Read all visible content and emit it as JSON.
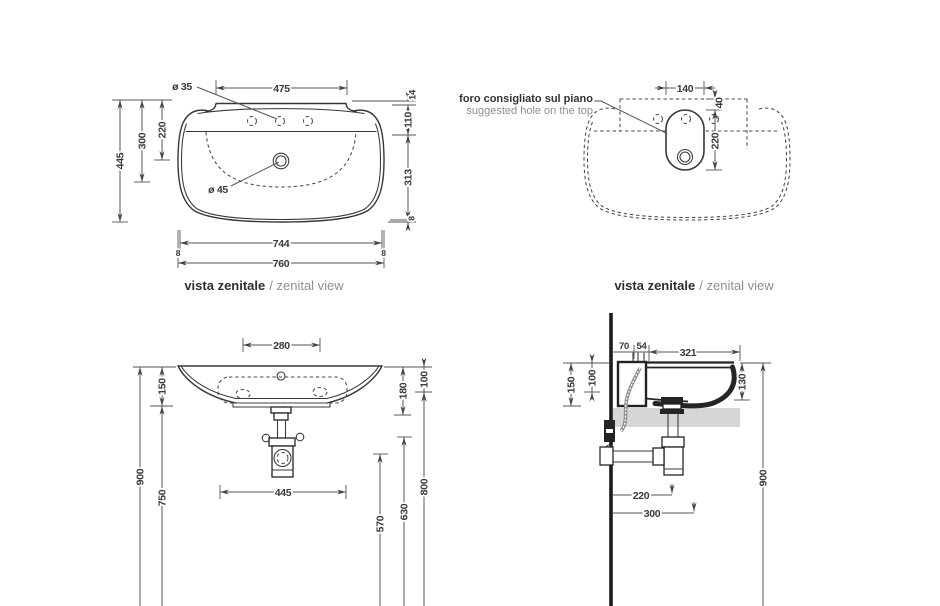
{
  "colors": {
    "line": "#383838",
    "dim_text": "#3a3a3a",
    "muted": "#8f8f8f",
    "counter": "#d6d6d6",
    "black_section": "#242424"
  },
  "views": {
    "zenital_left": {
      "caption_bold": "vista zenitale",
      "caption_light": "/ zenital view",
      "dims": {
        "top_width": "475",
        "tap_hole_dia": "ø 35",
        "drain_dia": "ø 45",
        "overall_depth": "445",
        "depth_300": "300",
        "depth_220": "220",
        "rim_14": "14",
        "rim_110": "110",
        "rim_313": "313",
        "rim_8": "8",
        "inner_width": "744",
        "edge_8_left": "8",
        "edge_8_right": "8",
        "overall_width": "760"
      }
    },
    "zenital_right": {
      "caption_bold": "vista zenitale",
      "caption_light": "/ zenital view",
      "note_line1": "foro consigliato sul piano",
      "note_line2": "suggested hole on the top",
      "dims": {
        "hole_width": "140",
        "hole_offset": "40",
        "hole_height": "220"
      }
    },
    "front": {
      "dims": {
        "tap_spacing": "280",
        "basin_height": "150",
        "mount_height": "900",
        "under_height": "750",
        "drain_drop": "180",
        "edge_drop": "100",
        "fixing_width": "445",
        "trap_height": "570",
        "outlet_height": "630",
        "rim_height": "800"
      }
    },
    "side": {
      "dims": {
        "wall_offset": "70",
        "gap": "54",
        "depth": "321",
        "basin_height": "150",
        "edge_drop": "100",
        "front_drop": "130",
        "mount_height": "900",
        "outlet_depth": "220",
        "trap_depth": "300"
      }
    }
  }
}
